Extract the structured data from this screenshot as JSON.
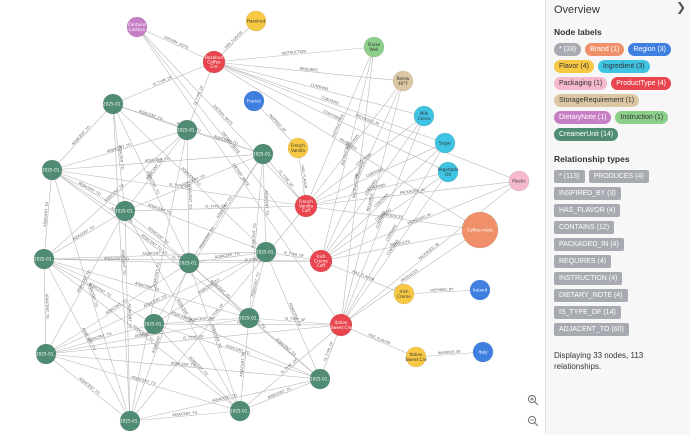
{
  "sidebar": {
    "title": "Overview",
    "node_labels_heading": "Node labels",
    "relationship_types_heading": "Relationship types",
    "stats": "Displaying 33 nodes, 113 relationships."
  },
  "node_labels": [
    {
      "label": "* (33)",
      "bg": "#a8aab1",
      "fg": "#ffffff"
    },
    {
      "label": "Brand (1)",
      "bg": "#f0906a",
      "fg": "#ffffff"
    },
    {
      "label": "Region (3)",
      "bg": "#3f7fe0",
      "fg": "#ffffff"
    },
    {
      "label": "Flavor (4)",
      "bg": "#f7c843",
      "fg": "#333333"
    },
    {
      "label": "Ingredient (3)",
      "bg": "#3fc3e3",
      "fg": "#333333"
    },
    {
      "label": "Packaging (1)",
      "bg": "#f5b8cf",
      "fg": "#333333"
    },
    {
      "label": "ProductType (4)",
      "bg": "#e8454e",
      "fg": "#ffffff"
    },
    {
      "label": "StorageRequirement (1)",
      "bg": "#dcc7a4",
      "fg": "#333333"
    },
    {
      "label": "DietaryNote (1)",
      "bg": "#c67fc4",
      "fg": "#ffffff"
    },
    {
      "label": "Instruction (1)",
      "bg": "#8ccf8a",
      "fg": "#333333"
    },
    {
      "label": "CreamerUnit (14)",
      "bg": "#4f8c73",
      "fg": "#ffffff"
    }
  ],
  "relationship_types": [
    "* (113)",
    "PRODUCES (4)",
    "INSPIRED_BY (3)",
    "HAS_FLAVOR (4)",
    "CONTAINS (12)",
    "PACKAGED_IN (4)",
    "REQUIRES (4)",
    "INSTRUCTION (4)",
    "DIETARY_NOTE (4)",
    "IS_TYPE_OF (14)",
    "ADJACENT_TO (60)"
  ],
  "graph": {
    "nodes": [
      {
        "id": "dietary",
        "label": "Contains Lactose",
        "type": "DietaryNote",
        "color": "#c67fc4",
        "text": "light"
      },
      {
        "id": "hazelnut",
        "label": "Hazelnut",
        "type": "Flavor",
        "color": "#f7c843",
        "text": "dark"
      },
      {
        "id": "shake",
        "label": "Shake Well",
        "type": "Instruction",
        "color": "#8ccf8a",
        "text": "dark"
      },
      {
        "id": "hazelnutcoffee",
        "label": "Hazelnut Coffee Cre",
        "type": "ProductType",
        "color": "#e8454e",
        "text": "light"
      },
      {
        "id": "below40",
        "label": "Below 40°F",
        "type": "StorageRequirement",
        "color": "#dcc7a4",
        "text": "dark"
      },
      {
        "id": "france",
        "label": "France",
        "type": "Region",
        "color": "#3f7fe0",
        "text": "light"
      },
      {
        "id": "milk",
        "label": "Milk Cerea",
        "type": "Ingredient",
        "color": "#3fc3e3",
        "text": "dark"
      },
      {
        "id": "sugar",
        "label": "Sugar",
        "type": "Ingredient",
        "color": "#3fc3e3",
        "text": "dark"
      },
      {
        "id": "frenchvanilla",
        "label": "French Vanilla",
        "type": "Flavor",
        "color": "#f7c843",
        "text": "dark"
      },
      {
        "id": "vegoil",
        "label": "Vegetable Oil",
        "type": "Ingredient",
        "color": "#3fc3e3",
        "text": "dark"
      },
      {
        "id": "plastic",
        "label": "Plastic",
        "type": "Packaging",
        "color": "#f5b8cf",
        "text": "dark"
      },
      {
        "id": "frenchvanillacoffee",
        "label": "French Vanilla Coff",
        "type": "ProductType",
        "color": "#e8454e",
        "text": "light"
      },
      {
        "id": "coffeemate",
        "label": "Coffee-mate",
        "type": "Brand",
        "color": "#f0906a",
        "text": "light"
      },
      {
        "id": "irishcreamcoffee",
        "label": "Irish Creme Coff",
        "type": "ProductType",
        "color": "#e8454e",
        "text": "light"
      },
      {
        "id": "irishcreme",
        "label": "Irish Creme",
        "type": "Flavor",
        "color": "#f7c843",
        "text": "dark"
      },
      {
        "id": "ireland",
        "label": "Ireland",
        "type": "Region",
        "color": "#3f7fe0",
        "text": "light"
      },
      {
        "id": "italiansweetcoffee",
        "label": "Italian Sweet Cre",
        "type": "ProductType",
        "color": "#e8454e",
        "text": "light"
      },
      {
        "id": "italiansweet",
        "label": "Italian Sweet Cre",
        "type": "Flavor",
        "color": "#f7c843",
        "text": "dark"
      },
      {
        "id": "italy",
        "label": "Italy",
        "type": "Region",
        "color": "#3f7fe0",
        "text": "light"
      },
      {
        "id": "c1",
        "label": "2025-01..",
        "type": "CreamerUnit",
        "color": "#4f8c73",
        "text": "light"
      },
      {
        "id": "c2",
        "label": "2025-01..",
        "type": "CreamerUnit",
        "color": "#4f8c73",
        "text": "light"
      },
      {
        "id": "c3",
        "label": "2025-01..",
        "type": "CreamerUnit",
        "color": "#4f8c73",
        "text": "light"
      },
      {
        "id": "c4",
        "label": "2025-01..",
        "type": "CreamerUnit",
        "color": "#4f8c73",
        "text": "light"
      },
      {
        "id": "c5",
        "label": "2025-01..",
        "type": "CreamerUnit",
        "color": "#4f8c73",
        "text": "light"
      },
      {
        "id": "c6",
        "label": "2025-01..",
        "type": "CreamerUnit",
        "color": "#4f8c73",
        "text": "light"
      },
      {
        "id": "c7",
        "label": "2025-01..",
        "type": "CreamerUnit",
        "color": "#4f8c73",
        "text": "light"
      },
      {
        "id": "c8",
        "label": "2025-01..",
        "type": "CreamerUnit",
        "color": "#4f8c73",
        "text": "light"
      },
      {
        "id": "c9",
        "label": "2025-01..",
        "type": "CreamerUnit",
        "color": "#4f8c73",
        "text": "light"
      },
      {
        "id": "c10",
        "label": "2025-01..",
        "type": "CreamerUnit",
        "color": "#4f8c73",
        "text": "light"
      },
      {
        "id": "c11",
        "label": "2025-01..",
        "type": "CreamerUnit",
        "color": "#4f8c73",
        "text": "light"
      },
      {
        "id": "c12",
        "label": "2025-01..",
        "type": "CreamerUnit",
        "color": "#4f8c73",
        "text": "light"
      },
      {
        "id": "c13",
        "label": "2025-01..",
        "type": "CreamerUnit",
        "color": "#4f8c73",
        "text": "light"
      },
      {
        "id": "c14",
        "label": "2025-01..",
        "type": "CreamerUnit",
        "color": "#4f8c73",
        "text": "light"
      }
    ],
    "edges": [
      {
        "from": "hazelnutcoffee",
        "to": "dietary",
        "label": "DIETARY_NOTE"
      },
      {
        "from": "hazelnutcoffee",
        "to": "hazelnut",
        "label": "HAS_FLAVOR"
      },
      {
        "from": "hazelnutcoffee",
        "to": "shake",
        "label": "INSTRUCTION"
      },
      {
        "from": "hazelnutcoffee",
        "to": "below40",
        "label": "REQUIRES"
      },
      {
        "from": "hazelnutcoffee",
        "to": "milk",
        "label": "CONTAINS"
      },
      {
        "from": "hazelnutcoffee",
        "to": "sugar",
        "label": "CONTAINS"
      },
      {
        "from": "hazelnutcoffee",
        "to": "vegoil",
        "label": "CONTAINS"
      },
      {
        "from": "hazelnutcoffee",
        "to": "plastic",
        "label": "PACKAGED_IN"
      },
      {
        "from": "frenchvanilla",
        "to": "france",
        "label": "INSPIRED_BY"
      },
      {
        "from": "frenchvanillacoffee",
        "to": "frenchvanilla",
        "label": "HAS_FLAVOR"
      },
      {
        "from": "frenchvanillacoffee",
        "to": "dietary",
        "label": "DIETARY_NOTE"
      },
      {
        "from": "frenchvanillacoffee",
        "to": "shake",
        "label": "INSTRUCTION"
      },
      {
        "from": "frenchvanillacoffee",
        "to": "below40",
        "label": "REQUIRES"
      },
      {
        "from": "frenchvanillacoffee",
        "to": "milk",
        "label": "CONTAINS"
      },
      {
        "from": "frenchvanillacoffee",
        "to": "sugar",
        "label": "CONTAINS"
      },
      {
        "from": "frenchvanillacoffee",
        "to": "vegoil",
        "label": "CONTAINS"
      },
      {
        "from": "frenchvanillacoffee",
        "to": "plastic",
        "label": "PACKAGED_IN"
      },
      {
        "from": "irishcreamcoffee",
        "to": "irishcreme",
        "label": "HAS_FLAVOR"
      },
      {
        "from": "irishcreme",
        "to": "ireland",
        "label": "INSPIRED_BY"
      },
      {
        "from": "irishcreamcoffee",
        "to": "dietary",
        "label": "DIETARY_NOTE"
      },
      {
        "from": "irishcreamcoffee",
        "to": "shake",
        "label": "INSTRUCTION"
      },
      {
        "from": "irishcreamcoffee",
        "to": "below40",
        "label": "REQUIRES"
      },
      {
        "from": "irishcreamcoffee",
        "to": "milk",
        "label": "CONTAINS"
      },
      {
        "from": "irishcreamcoffee",
        "to": "sugar",
        "label": "CONTAINS"
      },
      {
        "from": "irishcreamcoffee",
        "to": "vegoil",
        "label": "CONTAINS"
      },
      {
        "from": "irishcreamcoffee",
        "to": "plastic",
        "label": "PACKAGED_IN"
      },
      {
        "from": "italiansweetcoffee",
        "to": "italiansweet",
        "label": "HAS_FLAVOR"
      },
      {
        "from": "italiansweet",
        "to": "italy",
        "label": "INSPIRED_BY"
      },
      {
        "from": "italiansweetcoffee",
        "to": "dietary",
        "label": "DIETARY_NOTE"
      },
      {
        "from": "italiansweetcoffee",
        "to": "shake",
        "label": "INSTRUCTION"
      },
      {
        "from": "italiansweetcoffee",
        "to": "below40",
        "label": "REQUIRES"
      },
      {
        "from": "italiansweetcoffee",
        "to": "milk",
        "label": "CONTAINS"
      },
      {
        "from": "italiansweetcoffee",
        "to": "sugar",
        "label": "CONTAINS"
      },
      {
        "from": "italiansweetcoffee",
        "to": "vegoil",
        "label": "CONTAINS"
      },
      {
        "from": "italiansweetcoffee",
        "to": "plastic",
        "label": "PACKAGED_IN"
      },
      {
        "from": "coffeemate",
        "to": "hazelnutcoffee",
        "label": "PRODUCES"
      },
      {
        "from": "coffeemate",
        "to": "frenchvanillacoffee",
        "label": "PRODUCES"
      },
      {
        "from": "coffeemate",
        "to": "irishcreamcoffee",
        "label": "PRODUCES"
      },
      {
        "from": "coffeemate",
        "to": "italiansweetcoffee",
        "label": "PRODUCES"
      },
      {
        "from": "c1",
        "to": "hazelnutcoffee",
        "label": "IS_TYPE_OF"
      },
      {
        "from": "c2",
        "to": "hazelnutcoffee",
        "label": "IS_TYPE_OF"
      },
      {
        "from": "c3",
        "to": "frenchvanillacoffee",
        "label": "IS_TYPE_OF"
      },
      {
        "from": "c4",
        "to": "frenchvanillacoffee",
        "label": "IS_TYPE_OF"
      },
      {
        "from": "c5",
        "to": "frenchvanillacoffee",
        "label": "IS_TYPE_OF"
      },
      {
        "from": "c6",
        "to": "irishcreamcoffee",
        "label": "IS_TYPE_OF"
      },
      {
        "from": "c7",
        "to": "irishcreamcoffee",
        "label": "IS_TYPE_OF"
      },
      {
        "from": "c8",
        "to": "irishcreamcoffee",
        "label": "IS_TYPE_OF"
      },
      {
        "from": "c9",
        "to": "italiansweetcoffee",
        "label": "IS_TYPE_OF"
      },
      {
        "from": "c10",
        "to": "italiansweetcoffee",
        "label": "IS_TYPE_OF"
      },
      {
        "from": "c11",
        "to": "italiansweetcoffee",
        "label": "IS_TYPE_OF"
      },
      {
        "from": "c12",
        "to": "italiansweetcoffee",
        "label": "IS_TYPE_OF"
      },
      {
        "from": "c13",
        "to": "italiansweetcoffee",
        "label": "IS_TYPE_OF"
      },
      {
        "from": "c14",
        "to": "frenchvanillacoffee",
        "label": "IS_TYPE_OF"
      },
      {
        "from": "c1",
        "to": "c2",
        "label": "ADJACENT_TO"
      },
      {
        "from": "c1",
        "to": "c3",
        "label": "ADJACENT_TO"
      },
      {
        "from": "c1",
        "to": "c4",
        "label": "ADJACENT_TO"
      },
      {
        "from": "c1",
        "to": "c5",
        "label": "ADJACENT_TO"
      },
      {
        "from": "c2",
        "to": "c4",
        "label": "ADJACENT_TO"
      },
      {
        "from": "c2",
        "to": "c5",
        "label": "ADJACENT_TO"
      },
      {
        "from": "c2",
        "to": "c14",
        "label": "ADJACENT_TO"
      },
      {
        "from": "c2",
        "to": "c7",
        "label": "ADJACENT_TO"
      },
      {
        "from": "c3",
        "to": "c4",
        "label": "ADJACENT_TO"
      },
      {
        "from": "c3",
        "to": "c6",
        "label": "ADJACENT_TO"
      },
      {
        "from": "c4",
        "to": "c5",
        "label": "ADJACENT_TO"
      },
      {
        "from": "c4",
        "to": "c6",
        "label": "ADJACENT_TO"
      },
      {
        "from": "c4",
        "to": "c7",
        "label": "ADJACENT_TO"
      },
      {
        "from": "c5",
        "to": "c14",
        "label": "ADJACENT_TO"
      },
      {
        "from": "c5",
        "to": "c7",
        "label": "ADJACENT_TO"
      },
      {
        "from": "c5",
        "to": "c8",
        "label": "ADJACENT_TO"
      },
      {
        "from": "c6",
        "to": "c7",
        "label": "ADJACENT_TO"
      },
      {
        "from": "c6",
        "to": "c9",
        "label": "ADJACENT_TO"
      },
      {
        "from": "c6",
        "to": "c10",
        "label": "ADJACENT_TO"
      },
      {
        "from": "c7",
        "to": "c8",
        "label": "ADJACENT_TO"
      },
      {
        "from": "c7",
        "to": "c9",
        "label": "ADJACENT_TO"
      },
      {
        "from": "c7",
        "to": "c11",
        "label": "ADJACENT_TO"
      },
      {
        "from": "c8",
        "to": "c14",
        "label": "ADJACENT_TO"
      },
      {
        "from": "c8",
        "to": "c11",
        "label": "ADJACENT_TO"
      },
      {
        "from": "c8",
        "to": "c13",
        "label": "ADJACENT_TO"
      },
      {
        "from": "c9",
        "to": "c10",
        "label": "ADJACENT_TO"
      },
      {
        "from": "c9",
        "to": "c11",
        "label": "ADJACENT_TO"
      },
      {
        "from": "c9",
        "to": "c12",
        "label": "ADJACENT_TO"
      },
      {
        "from": "c10",
        "to": "c12",
        "label": "ADJACENT_TO"
      },
      {
        "from": "c11",
        "to": "c12",
        "label": "ADJACENT_TO"
      },
      {
        "from": "c11",
        "to": "c13",
        "label": "ADJACENT_TO"
      },
      {
        "from": "c11",
        "to": "c14",
        "label": "ADJACENT_TO"
      },
      {
        "from": "c12",
        "to": "c13",
        "label": "ADJACENT_TO"
      },
      {
        "from": "c3",
        "to": "c10",
        "label": "ADJACENT_TO"
      },
      {
        "from": "c3",
        "to": "c7",
        "label": "ADJACENT_TO"
      },
      {
        "from": "c1",
        "to": "c7",
        "label": "ADJACENT_TO"
      },
      {
        "from": "c10",
        "to": "c11",
        "label": "ADJACENT_TO"
      },
      {
        "from": "c6",
        "to": "c11",
        "label": "ADJACENT_TO"
      },
      {
        "from": "c9",
        "to": "c8",
        "label": "ADJACENT_TO"
      },
      {
        "from": "c12",
        "to": "c8",
        "label": "ADJACENT_TO"
      },
      {
        "from": "c13",
        "to": "c14",
        "label": "ADJACENT_TO"
      },
      {
        "from": "c4",
        "to": "c14",
        "label": "ADJACENT_TO"
      },
      {
        "from": "c2",
        "to": "c3",
        "label": "ADJACENT_TO"
      },
      {
        "from": "c5",
        "to": "c13",
        "label": "ADJACENT_TO"
      },
      {
        "from": "c6",
        "to": "c12",
        "label": "ADJACENT_TO"
      },
      {
        "from": "c7",
        "to": "c12",
        "label": "ADJACENT_TO"
      },
      {
        "from": "c9",
        "to": "c13",
        "label": "ADJACENT_TO"
      },
      {
        "from": "c10",
        "to": "c13",
        "label": "ADJACENT_TO"
      },
      {
        "from": "c1",
        "to": "c6",
        "label": "ADJACENT_TO"
      },
      {
        "from": "c3",
        "to": "c5",
        "label": "ADJACENT_TO"
      },
      {
        "from": "c8",
        "to": "c10",
        "label": "ADJACENT_TO"
      },
      {
        "from": "c14",
        "to": "c7",
        "label": "ADJACENT_TO"
      },
      {
        "from": "c2",
        "to": "c8",
        "label": "ADJACENT_TO"
      },
      {
        "from": "c4",
        "to": "c9",
        "label": "ADJACENT_TO"
      },
      {
        "from": "c5",
        "to": "c11",
        "label": "ADJACENT_TO"
      },
      {
        "from": "c12",
        "to": "c14",
        "label": "ADJACENT_TO"
      },
      {
        "from": "c6",
        "to": "c8",
        "label": "ADJACENT_TO"
      },
      {
        "from": "c1",
        "to": "c14",
        "label": "ADJACENT_TO"
      },
      {
        "from": "c3",
        "to": "c9",
        "label": "ADJACENT_TO"
      },
      {
        "from": "c4",
        "to": "c8",
        "label": "ADJACENT_TO"
      },
      {
        "from": "c13",
        "to": "c7",
        "label": "ADJACENT_TO"
      }
    ]
  },
  "controls": {
    "zoom_in_icon": "zoom-in-icon",
    "zoom_out_icon": "zoom-out-icon",
    "chevron_icon": "chevron-right-icon"
  }
}
